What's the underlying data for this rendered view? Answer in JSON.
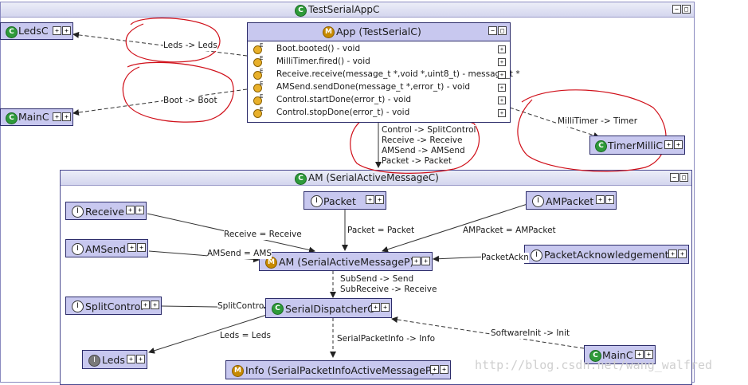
{
  "outer_title": "TestSerialAppC",
  "app": {
    "title": "App (TestSerialC)",
    "functions": [
      "Boot.booted() - void",
      "MilliTimer.fired() - void",
      "Receive.receive(message_t *,void *,uint8_t) - message_t *",
      "AMSend.sendDone(message_t *,error_t) - void",
      "Control.startDone(error_t) - void",
      "Control.stopDone(error_t) - void"
    ]
  },
  "top_nodes": {
    "ledsc": "LedsC",
    "mainc": "MainC",
    "timermillic": "TimerMilliC"
  },
  "top_edges": {
    "leds": "Leds -> Leds",
    "boot": "Boot -> Boot",
    "timer": "MilliTimer -> Timer",
    "control_lines": [
      "Control -> SplitControl",
      "Receive -> Receive",
      "AMSend -> AMSend",
      "Packet -> Packet"
    ]
  },
  "inner": {
    "title": "AM (SerialActiveMessageC)",
    "nodes": {
      "receive": "Receive",
      "packet": "Packet",
      "ampacket": "AMPacket",
      "amsend": "AMSend",
      "am": "AM (SerialActiveMessageP)",
      "packetack": "PacketAcknowledgements",
      "splitcontrol": "SplitControl",
      "dispatcher": "SerialDispatcherC",
      "leds": "Leds",
      "mainc": "MainC",
      "info": "Info (SerialPacketInfoActiveMessageP)"
    },
    "edges": {
      "receive": "Receive = Receive",
      "packet": "Packet = Packet",
      "ampacket": "AMPacket = AMPacket",
      "amsend": "AMSend = AMS",
      "packetack": "PacketAckn",
      "subsend": "SubSend -> Send",
      "subreceive": "SubReceive -> Receive",
      "splitcontrol": "SplitContro",
      "leds": "Leds = Leds",
      "info": "SerialPacketInfo -> Info",
      "softwareinit": "SoftwareInit -> Init"
    }
  },
  "badges": {
    "component": "C",
    "module": "M",
    "interface": "I",
    "event": "E"
  },
  "watermark": "http://blog.csdn.net/wang_walfred",
  "colors": {
    "node_fill": "#c8c8ef",
    "annotation_red": "#d0101a"
  }
}
